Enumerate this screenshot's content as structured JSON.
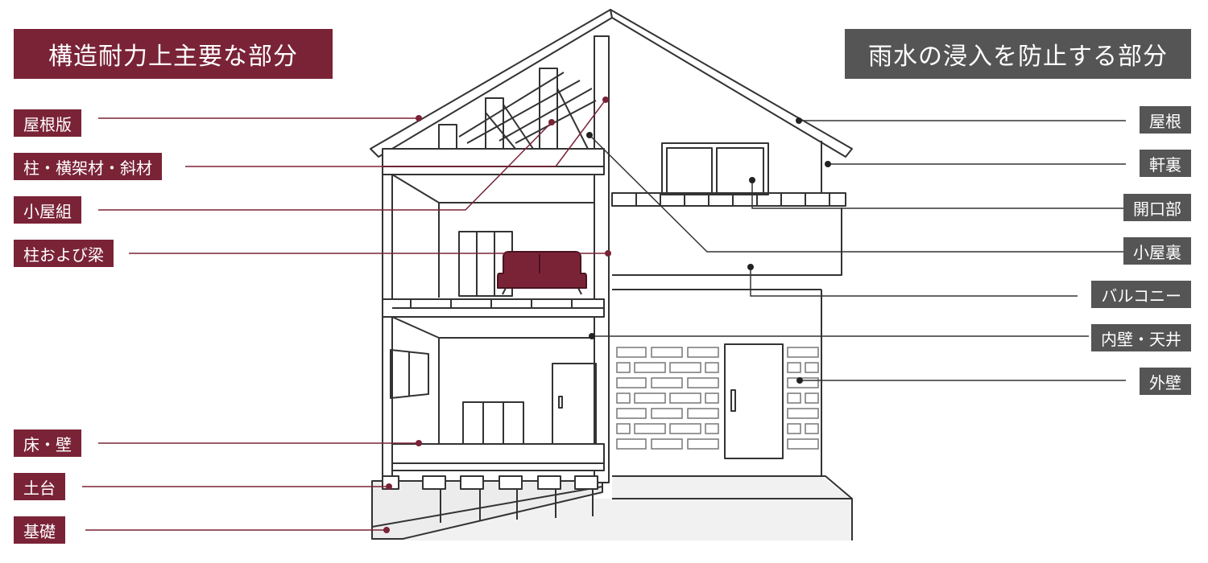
{
  "colors": {
    "structural": "#7a2337",
    "water": "#555555",
    "line_dark": "#333333"
  },
  "headers": {
    "structural": "構造耐力上主要な部分",
    "water": "雨水の浸入を防止する部分"
  },
  "structural_labels": [
    "屋根版",
    "柱・横架材・斜材",
    "小屋組",
    "柱および梁",
    "床・壁",
    "土台",
    "基礎"
  ],
  "water_labels": [
    "屋根",
    "軒裏",
    "開口部",
    "小屋裏",
    "バルコニー",
    "内壁・天井",
    "外壁"
  ]
}
